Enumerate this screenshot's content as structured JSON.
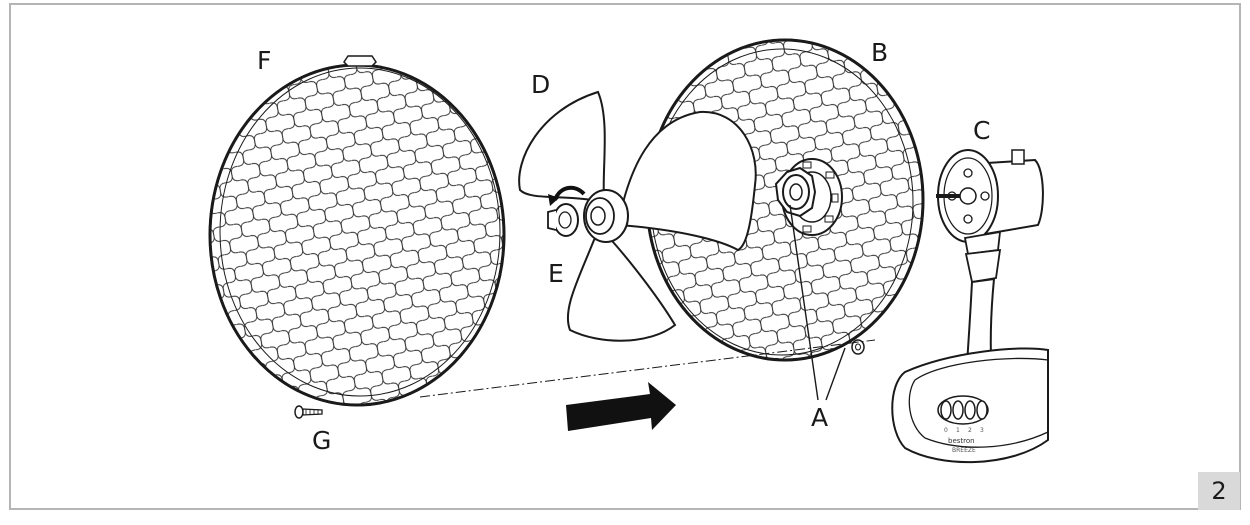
{
  "labels": {
    "A": "A",
    "B": "B",
    "C": "C",
    "D": "D",
    "E": "E",
    "F": "F",
    "G": "G"
  },
  "page_number": "2",
  "base_text": {
    "brand": "bestron",
    "model": "BREEZE",
    "speeds": [
      "0",
      "1",
      "2",
      "3"
    ]
  },
  "colors": {
    "line": "#1a1a1a",
    "border": "#b5b5b5",
    "badge": "#d9d9d9",
    "arrow": "#111111"
  }
}
